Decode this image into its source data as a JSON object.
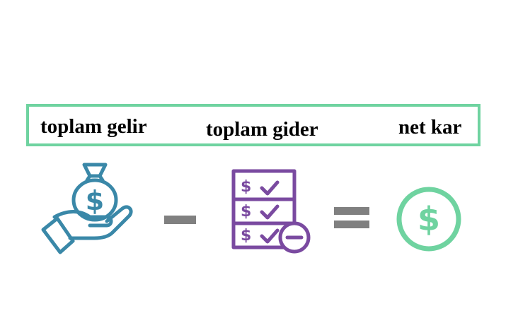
{
  "labels": {
    "income": "toplam gelir",
    "expense": "toplam gider",
    "net": "net kar"
  },
  "icons": {
    "income": "hand-money-bag-icon",
    "minus": "minus-operator-icon",
    "expense": "expense-checklist-icon",
    "equals": "equals-operator-icon",
    "net": "dollar-coin-icon"
  },
  "colors": {
    "box_border": "#6fd3a0",
    "income_icon": "#3a88a8",
    "expense_icon": "#7a4aa0",
    "operator": "#808080",
    "net_icon": "#6fd3a0"
  }
}
